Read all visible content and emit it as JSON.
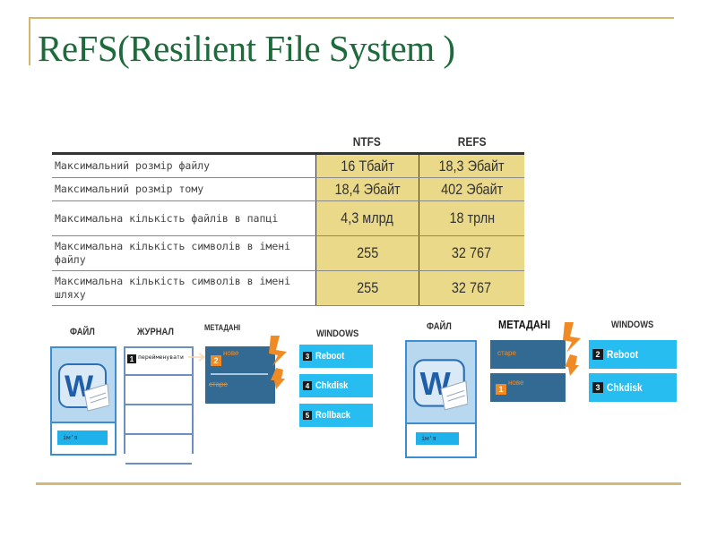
{
  "slide": {
    "title": "ReFS(Resilient File System )",
    "accent_color": "#d8b56a",
    "title_color": "#1d6b3a"
  },
  "comparison_table": {
    "columns": [
      "NTFS",
      "REFS"
    ],
    "rows": [
      {
        "label": "Максимальний розмір файлу",
        "ntfs": "16 Тбайт",
        "refs": "18,3 Эбайт"
      },
      {
        "label": "Максимальний розмір тому",
        "ntfs": "18,4 Эбайт",
        "refs": "402 Эбайт"
      },
      {
        "label": "Максимальна кількість файлів в папці",
        "ntfs": "4,3 млрд",
        "refs": "18 трлн"
      },
      {
        "label": "Максимальна кількість символів в імені файлу",
        "ntfs": "255",
        "refs": "32 767"
      },
      {
        "label": "Максимальна кількість символів в імені шляху",
        "ntfs": "255",
        "refs": "32 767"
      }
    ],
    "cell_color": "#ead989"
  },
  "ntfs_diagram": {
    "file_header": "ФАЙЛ",
    "journal_header": "ЖУРНАЛ",
    "metadata_header": "МЕТАДАНІ",
    "windows_header": "WINDOWS",
    "file_name_label": "ім'я",
    "journal_entry": {
      "step": "1",
      "text": "перейменувати"
    },
    "metadata_new": {
      "step": "2",
      "text": "нове"
    },
    "metadata_old": "старе",
    "windows_steps": [
      {
        "step": "3",
        "label": "Reboot"
      },
      {
        "step": "4",
        "label": "Chkdisk"
      },
      {
        "step": "5",
        "label": "Rollback"
      }
    ]
  },
  "refs_diagram": {
    "file_header": "ФАЙЛ",
    "metadata_header": "МЕТАДАНІ",
    "windows_header": "WINDOWS",
    "file_name_label": "ім'я",
    "metadata_old": "старе",
    "metadata_new": {
      "step": "1",
      "text": "нове"
    },
    "windows_steps": [
      {
        "step": "2",
        "label": "Reboot"
      },
      {
        "step": "3",
        "label": "Chkdisk"
      }
    ]
  }
}
